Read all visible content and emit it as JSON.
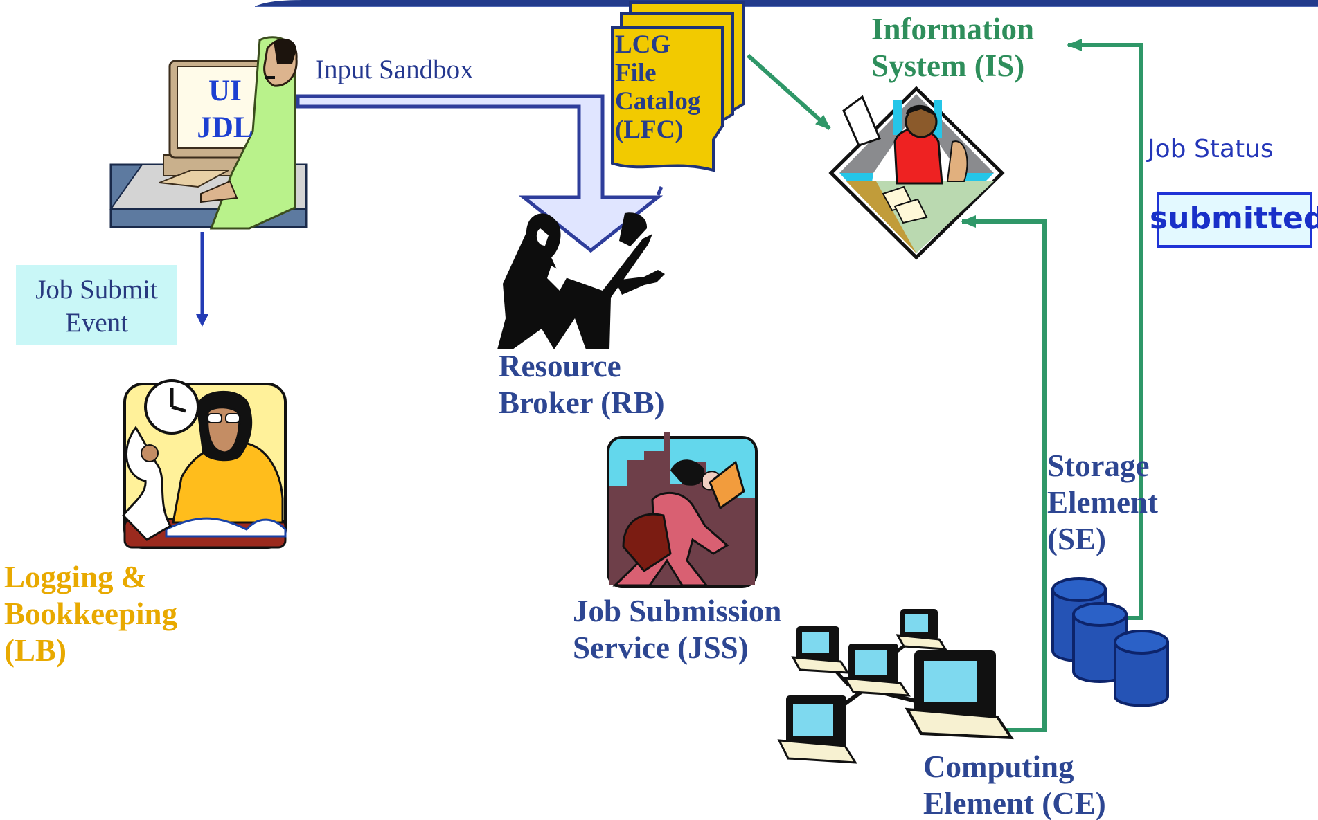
{
  "labels": {
    "ui": [
      "UI",
      "JDL"
    ],
    "input_sandbox": "Input Sandbox",
    "lfc": [
      "LCG",
      "File",
      "Catalog",
      "(LFC)"
    ],
    "information_system": [
      "Information",
      "System (IS)"
    ],
    "job_status": "Job Status",
    "status_value": "submitted",
    "job_submit_event": [
      "Job Submit",
      "Event"
    ],
    "resource_broker": [
      "Resource",
      "Broker (RB)"
    ],
    "logging_bookkeeping": [
      "Logging &",
      "Bookkeeping",
      "(LB)"
    ],
    "job_submission_service": [
      "Job Submission",
      "Service (JSS)"
    ],
    "storage_element": [
      "Storage",
      "Element",
      "(SE)"
    ],
    "computing_element": [
      "Computing",
      "Element (CE)"
    ]
  },
  "colors": {
    "header_bar": "#243b8c",
    "input_arrow_fill": "#e0e5ff",
    "input_arrow_stroke": "#2e3d9b",
    "green_flow": "#2f9768",
    "blue_flow": "#233bb5",
    "lfc_fill": "#f2ca00",
    "event_box": "#c9f7f7",
    "status_border": "#1f33d6",
    "lb_label": "#e8a900",
    "component_label": "#2d4692",
    "is_label": "#2e8e5b"
  },
  "icons": {
    "ui_user": "user-at-computer-icon",
    "lfc": "file-stack-icon",
    "information_system": "office-worker-icon",
    "resource_broker": "conductor-icon",
    "logging": "clerk-with-clock-icon",
    "job_submission": "runner-with-envelope-icon",
    "storage": "database-cylinders-icon",
    "computing": "network-computers-icon"
  }
}
